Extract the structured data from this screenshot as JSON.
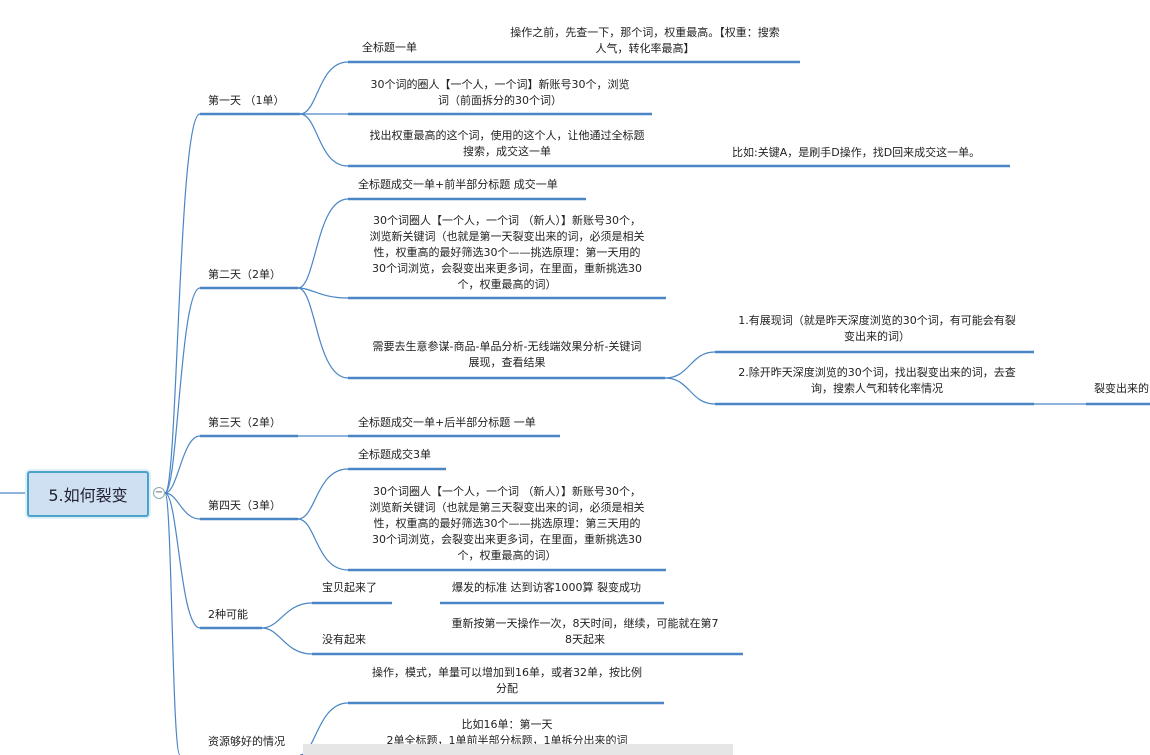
{
  "colors": {
    "line": "#4a86c5",
    "underline": "#4a86c5",
    "root_fill": "#cfe0f2",
    "root_border": "#4aa3c8"
  },
  "root": {
    "label": "5.如何裂变",
    "collapse_symbol": "−"
  },
  "day1": {
    "label": "第一天  （1单）",
    "full_title": "全标题一单",
    "full_title_note": [
      "操作之前，先查一下，那个词，权重最高。【权重：搜索",
      "人气，转化率最高】"
    ],
    "circle": [
      "30个词的圈人【一个人，一个词】新账号30个，浏览",
      "词（前面拆分的30个词）"
    ],
    "find": [
      "找出权重最高的这个词，使用的这个人，让他通过全标题",
      "搜索，成交这一单"
    ],
    "find_example": "比如:关键A，是刷手D操作，找D回来成交这一单。"
  },
  "day2": {
    "label": "第二天（2单）",
    "deal": "全标题成交一单+前半部分标题 成交一单",
    "circle": [
      "30个词圈人【一个人，一个词  （新人）】新账号30个，",
      "浏览新关键词（也就是第一天裂变出来的词，必须是相关",
      "性，权重高的最好筛选30个——挑选原理：第一天用的",
      "30个词浏览，会裂变出来更多词，在里面，重新挑选30",
      "个，权重最高的词）"
    ],
    "check": [
      "需要去生意参谋-商品-单品分析-无线端效果分析-关键词",
      "展现，查看结果"
    ],
    "check_a": [
      "1.有展现词（就是昨天深度浏览的30个词，有可能会有裂",
      "变出来的词）"
    ],
    "check_b": [
      "2.除开昨天深度浏览的30个词，找出裂变出来的词，去查",
      "询，搜索人气和转化率情况"
    ],
    "check_b_cut": "裂变出来的"
  },
  "day3": {
    "label": "第三天（2单）",
    "deal": "全标题成交一单+后半部分标题 一单"
  },
  "day4": {
    "label": "第四天（3单）",
    "deal": "全标题成交3单",
    "circle": [
      "30个词圈人【一个人，一个词  （新人）】新账号30个，",
      "浏览新关键词（也就是第三天裂变出来的词，必须是相关",
      "性，权重高的最好筛选30个——挑选原理：第三天用的",
      "30个词浏览，会裂变出来更多词，在里面，重新挑选30",
      "个，权重最高的词）"
    ]
  },
  "two": {
    "label": "2种可能",
    "up": "宝贝起来了",
    "up_note": "爆发的标准 达到访客1000算 裂变成功",
    "down": "没有起来",
    "down_note": [
      "重新按第一天操作一次，8天时间，继续，可能就在第7",
      "8天起来"
    ]
  },
  "rich": {
    "label": "资源够好的情况",
    "ops": [
      "操作，模式，单量可以增加到16单，或者32单，按比例",
      "分配"
    ],
    "example": [
      "比如16单：第一天",
      "2单全标题，1单前半部分标题，1单拆分出来的词"
    ]
  }
}
